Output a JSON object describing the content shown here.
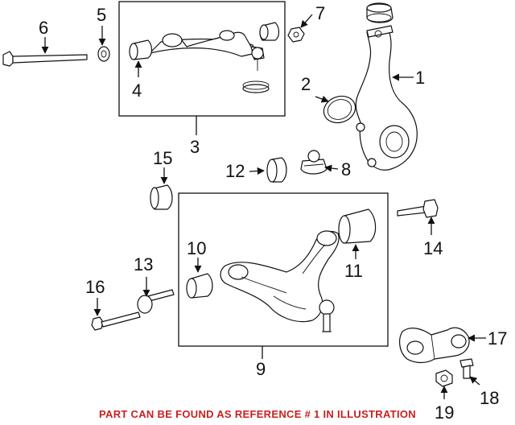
{
  "callouts": {
    "c1": "1",
    "c2": "2",
    "c3": "3",
    "c4": "4",
    "c5": "5",
    "c6": "6",
    "c7": "7",
    "c8": "8",
    "c9": "9",
    "c10": "10",
    "c11": "11",
    "c12": "12",
    "c13": "13",
    "c14": "14",
    "c15": "15",
    "c16": "16",
    "c17": "17",
    "c18": "18",
    "c19": "19"
  },
  "footer_note": "PART CAN BE FOUND AS REFERENCE # 1 IN ILLUSTRATION",
  "colors": {
    "footer": "#cc1f1f",
    "line": "#111111"
  }
}
